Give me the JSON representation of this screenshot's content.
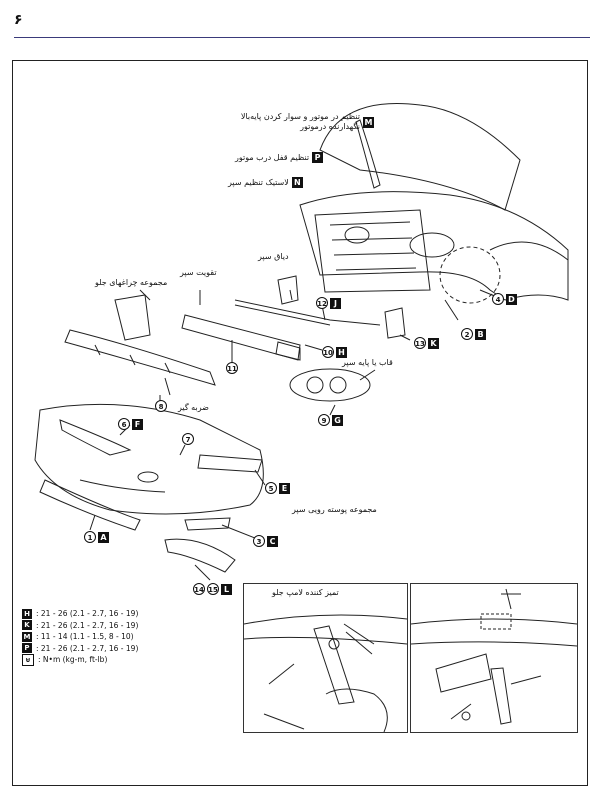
{
  "header": {
    "page_number": "۶"
  },
  "annotations": {
    "M": "تنظیم در موتور و سوار کردن پایه‌بالا نگهدارنده درموتور",
    "P": "تنظیم قفل درب موتور",
    "N": "لاستیک تنظیم سپر",
    "bumper_cap": "دیاق سپر",
    "headlamp_assy": "مجموعه چراغهای جلو",
    "bumper_reinforcement": "تقویت سپر",
    "absorber": "ضربه گیر",
    "bumper_stay": "قاب یا پایه سپر",
    "fascia_assy": "مجموعه پوسته رویی سپر",
    "inset_title": "تمیز کننده لامپ جلو"
  },
  "parts": [
    {
      "num": "1",
      "code": "A"
    },
    {
      "num": "2",
      "code": "B"
    },
    {
      "num": "3",
      "code": "C"
    },
    {
      "num": "4",
      "code": "D"
    },
    {
      "num": "5",
      "code": "E"
    },
    {
      "num": "6",
      "code": "F"
    },
    {
      "num": "7",
      "code": ""
    },
    {
      "num": "8",
      "code": ""
    },
    {
      "num": "9",
      "code": "G"
    },
    {
      "num": "10",
      "code": "H"
    },
    {
      "num": "11",
      "code": ""
    },
    {
      "num": "12",
      "code": "J"
    },
    {
      "num": "13",
      "code": "K"
    },
    {
      "num": "14",
      "code": ""
    },
    {
      "num": "15",
      "code": "L"
    }
  ],
  "specs": [
    {
      "code": "H",
      "value": ": 21 - 26 (2.1 - 2.7, 16 - 19)"
    },
    {
      "code": "K",
      "value": ": 21 - 26 (2.1 - 2.7, 16 - 19)"
    },
    {
      "code": "M",
      "value": ": 11 - 14 (1.1 - 1.5, 8 - 10)"
    },
    {
      "code": "P",
      "value": ": 21 - 26 (2.1 - 2.7, 16 - 19)"
    },
    {
      "code": "⊌",
      "value": ": N•m (kg-m, ft-lb)"
    }
  ]
}
